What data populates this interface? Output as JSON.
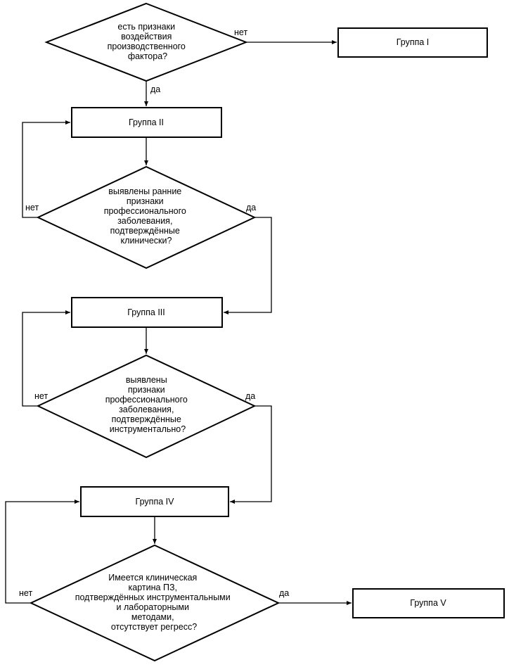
{
  "boxes": {
    "group1": "Группа I",
    "group2": "Группа II",
    "group3": "Группа III",
    "group4": "Группа IV",
    "group5": "Группа V"
  },
  "decisions": {
    "d1": [
      "есть признаки",
      "воздействия",
      "производственного",
      "фактора?"
    ],
    "d2": [
      "выявлены ранние",
      "признаки",
      "профессионального",
      "заболевания,",
      "подтверждённые",
      "клинически?"
    ],
    "d3": [
      "выявлены",
      "признаки",
      "профессионального",
      "заболевания,",
      "подтверждённые",
      "инструментально?"
    ],
    "d4": [
      "Имеется клиническая",
      "картина ПЗ,",
      "подтверждённых инструментальными",
      "и лабораторными",
      "методами,",
      "отсутствует регресс?"
    ]
  },
  "labels": {
    "yes": "да",
    "no": "нет"
  },
  "colors": {
    "stroke": "#000000",
    "background": "#ffffff"
  }
}
